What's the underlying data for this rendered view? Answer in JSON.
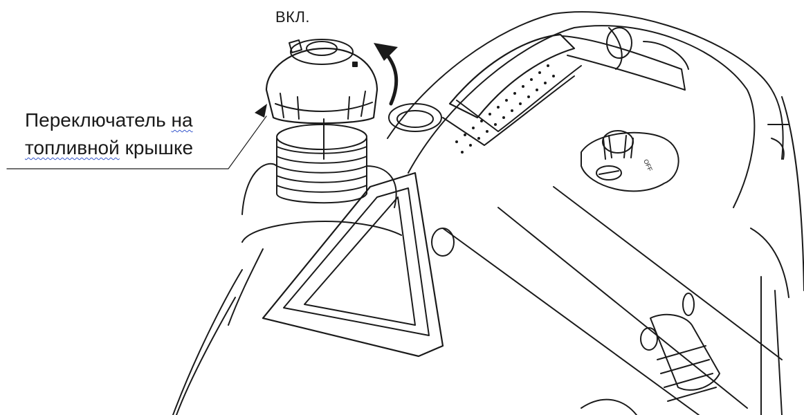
{
  "labels": {
    "on": "ВКЛ.",
    "cap_switch_line1_word1": "Переключатель",
    "cap_switch_line1_word2": "на",
    "cap_switch_line2_word1": "топливной",
    "cap_switch_line2_word2": "крышке",
    "off_marker": "OFF"
  },
  "colors": {
    "line": "#1a1a1a",
    "background": "#ffffff",
    "spellcheck": "#3355cc"
  }
}
